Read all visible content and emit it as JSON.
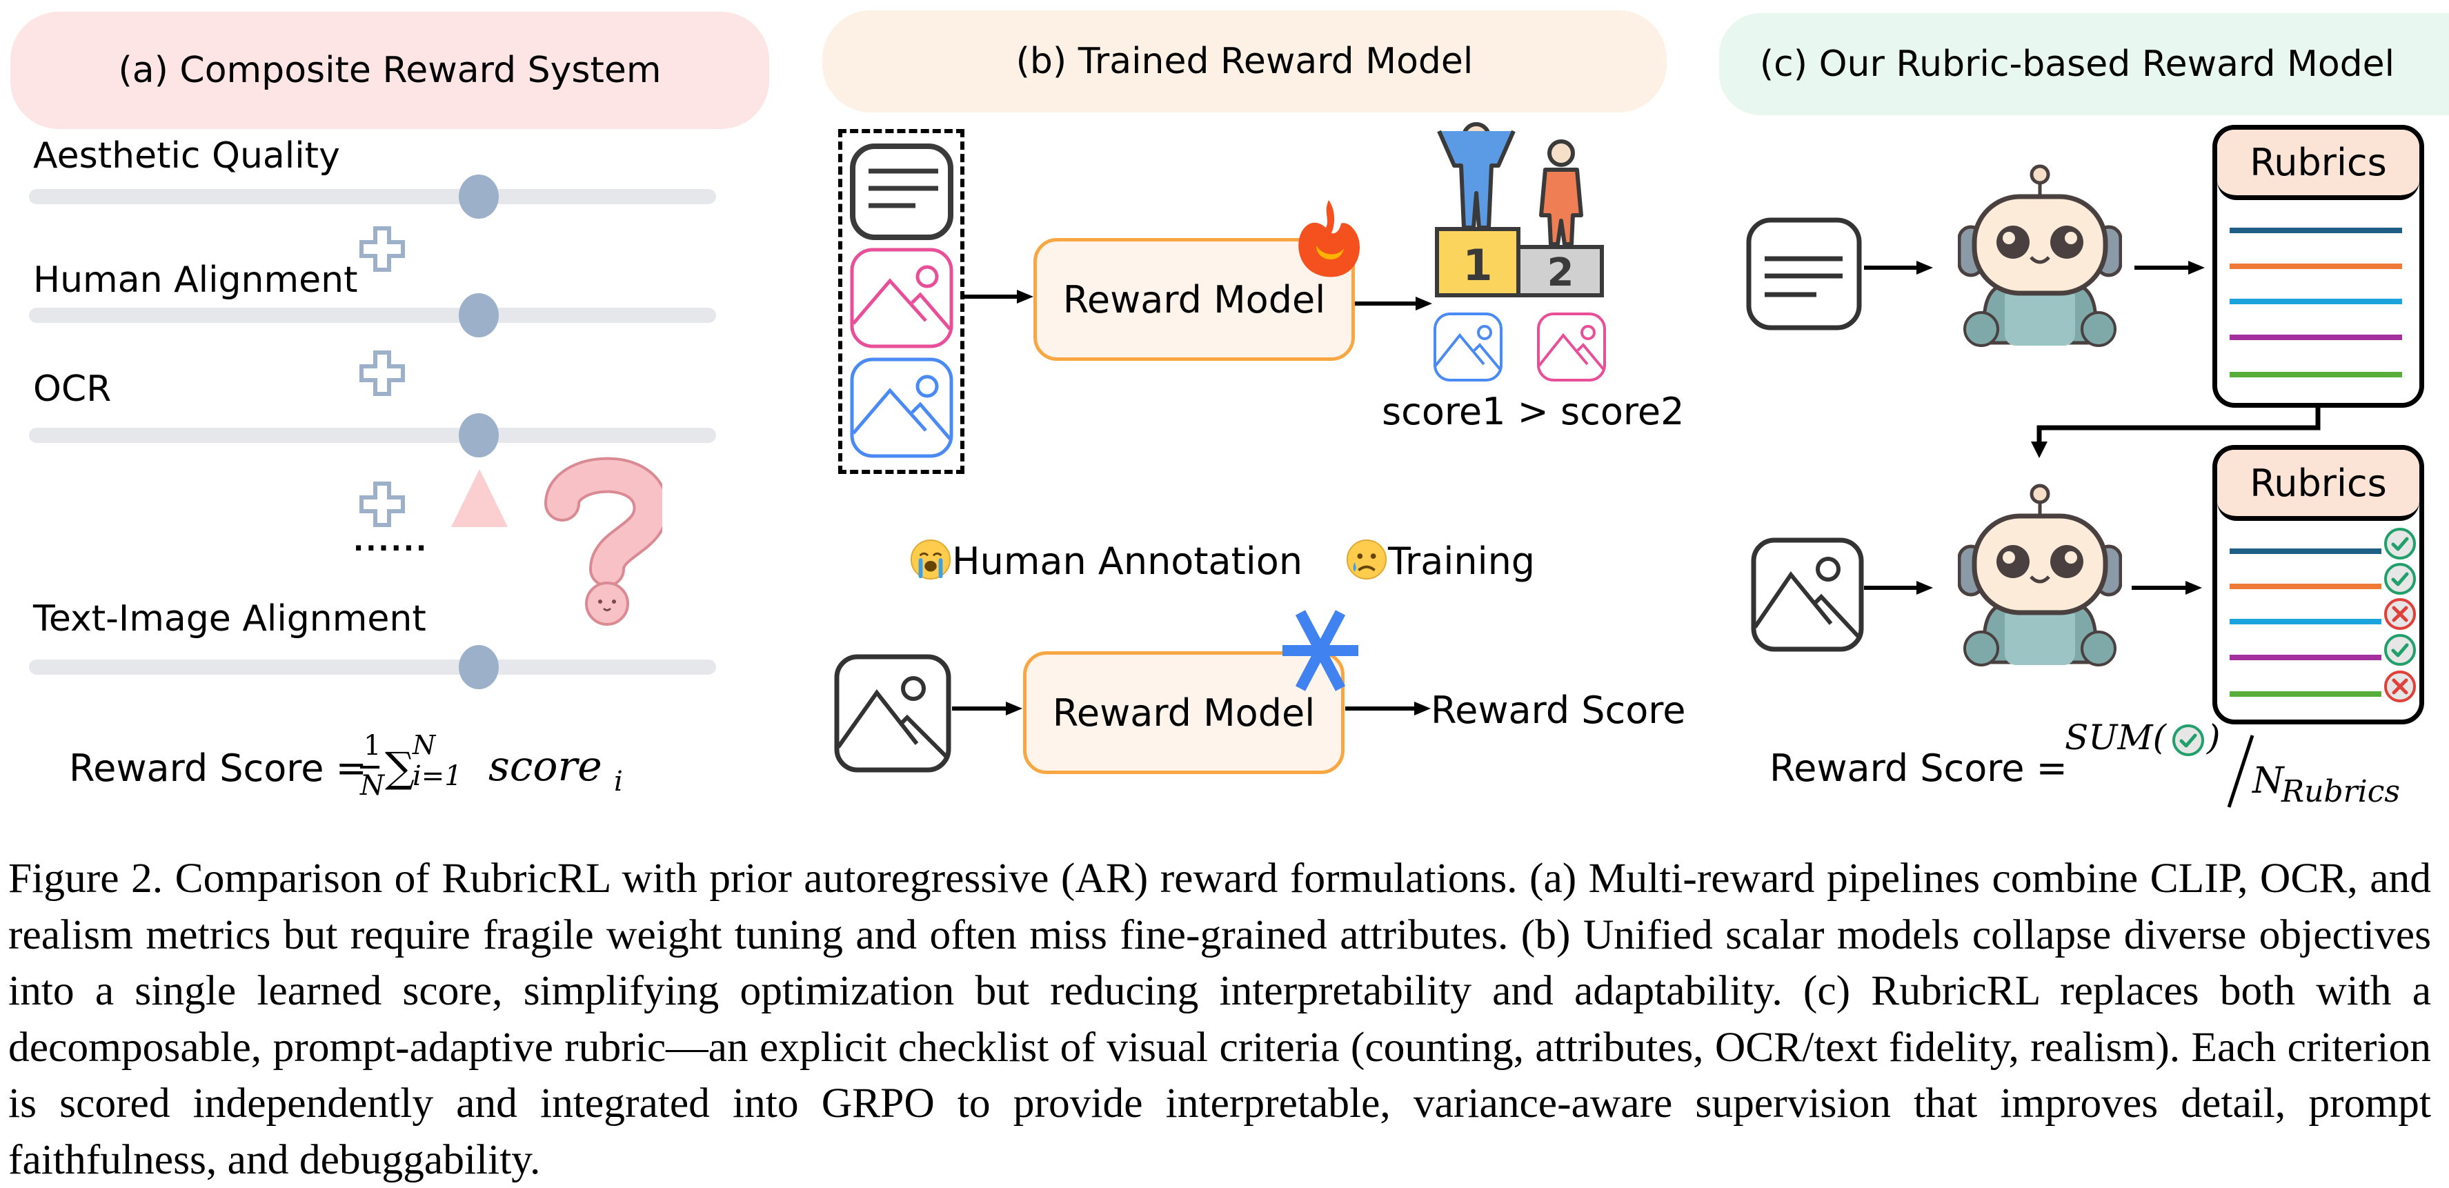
{
  "panels": {
    "a": {
      "title": "(a) Composite Reward System",
      "sliders": [
        {
          "label": "Aesthetic Quality",
          "value_fraction": 0.655
        },
        {
          "label": "Human Alignment",
          "value_fraction": 0.655
        },
        {
          "label": "OCR",
          "value_fraction": 0.655
        },
        {
          "label": "Text-Image Alignment",
          "value_fraction": 0.655
        }
      ],
      "ellipsis": "......",
      "formula": {
        "lhs": "Reward Score =",
        "frac_num": "1",
        "frac_den": "N",
        "sum_symbol": "∑",
        "sum_upper": "N",
        "sum_lower": "i=1",
        "term": "score",
        "term_sub": "i"
      },
      "colors": {
        "header_bg": "#fde4e5",
        "track": "#e5e7eb",
        "knob": "#9db0c9",
        "plus": "#9db0c9",
        "warning": "#fbcfd0"
      }
    },
    "b": {
      "title": "(b) Trained Reward Model",
      "top_box_label": "Reward Model",
      "comparison": "score1 > score2",
      "podium": {
        "first": "1",
        "second": "2"
      },
      "costs": [
        {
          "icon": "crying-face-icon",
          "label": "Human Annotation"
        },
        {
          "icon": "sad-tear-face-icon",
          "label": "Training"
        }
      ],
      "bottom_box_label": "Reward Model",
      "bottom_output": "Reward Score",
      "colors": {
        "header_bg": "#fdf1e6",
        "box_border": "#f7a641",
        "box_bg": "#fef4eb",
        "pink": "#e84f98",
        "blue": "#4a8af4",
        "frozen": "#3f82f0",
        "fire": "#f4511e"
      }
    },
    "c": {
      "title": "(c) Our Rubric-based Reward Model",
      "rubric_header_top": "Rubrics",
      "rubric_header_bottom": "Rubrics",
      "rubric_lines": [
        {
          "color": "#1f5f86",
          "result": "pass"
        },
        {
          "color": "#ef7a38",
          "result": "pass"
        },
        {
          "color": "#1aa3dd",
          "result": "fail"
        },
        {
          "color": "#a3309e",
          "result": "pass"
        },
        {
          "color": "#58ae3a",
          "result": "fail"
        }
      ],
      "formula": {
        "lhs": "Reward Score =",
        "numerator_fn": "SUM(",
        "numerator_close": ")",
        "denominator": "N",
        "denominator_sub": "Rubrics"
      },
      "colors": {
        "header_bg": "#e8f8f1",
        "rubric_head_bg": "#fbe3d6",
        "pass": "#22a06b",
        "fail": "#e0403a"
      }
    }
  },
  "caption": {
    "label": "Figure 2.",
    "text": "Comparison of RubricRL with prior autoregressive (AR) reward formulations. (a) Multi-reward pipelines combine CLIP, OCR, and realism metrics but require fragile weight tuning and often miss fine-grained attributes.  (b) Unified scalar models collapse diverse objectives into a single learned score, simplifying optimization but reducing interpretability and adaptability. (c) RubricRL replaces both with a decomposable, prompt-adaptive rubric—an explicit checklist of visual criteria (counting, attributes, OCR/text fidelity, realism). Each criterion is scored independently and integrated into GRPO to provide interpretable, variance-aware supervision that improves detail, prompt faithfulness, and debuggability."
  }
}
